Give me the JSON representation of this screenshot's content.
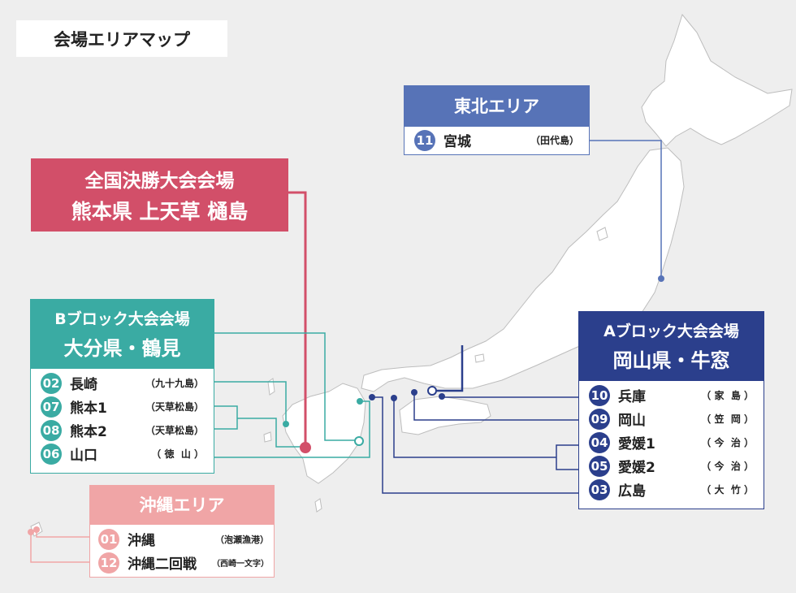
{
  "title": "会場エリアマップ",
  "colors": {
    "land": "#ffffff",
    "land_edge": "#bdbdbd",
    "background": "#eeeeee",
    "tohoku": "#5773b7",
    "national": "#d24f69",
    "block_b": "#3aaba3",
    "block_a": "#2b3f8c",
    "okinawa": "#f0a5a6"
  },
  "tohoku": {
    "header": "東北エリア",
    "venues": [
      {
        "num": "11",
        "name": "宮城",
        "sub": "（田代島）"
      }
    ]
  },
  "national": {
    "line1": "全国決勝大会会場",
    "line2": "熊本県 上天草 樋島"
  },
  "block_b": {
    "line1": "Bブロック大会会場",
    "line2": "大分県・鶴見",
    "venues": [
      {
        "num": "02",
        "name": "長崎",
        "sub": "（九十九島）"
      },
      {
        "num": "07",
        "name": "熊本1",
        "sub": "（天草松島）"
      },
      {
        "num": "08",
        "name": "熊本2",
        "sub": "（天草松島）"
      },
      {
        "num": "06",
        "name": "山口",
        "sub": "（ 徳  山 ）"
      }
    ]
  },
  "block_a": {
    "line1": "Aブロック大会会場",
    "line2": "岡山県・牛窓",
    "venues": [
      {
        "num": "10",
        "name": "兵庫",
        "sub": "（ 家  島 ）"
      },
      {
        "num": "09",
        "name": "岡山",
        "sub": "（ 笠  岡 ）"
      },
      {
        "num": "04",
        "name": "愛媛1",
        "sub": "（ 今  治 ）"
      },
      {
        "num": "05",
        "name": "愛媛2",
        "sub": "（ 今  治 ）"
      },
      {
        "num": "03",
        "name": "広島",
        "sub": "（ 大  竹 ）"
      }
    ]
  },
  "okinawa": {
    "header": "沖縄エリア",
    "venues": [
      {
        "num": "01",
        "name": "沖縄",
        "sub": "（泡瀬漁港）"
      },
      {
        "num": "12",
        "name": "沖縄二回戦",
        "sub": "（西崎一文字）"
      }
    ]
  }
}
